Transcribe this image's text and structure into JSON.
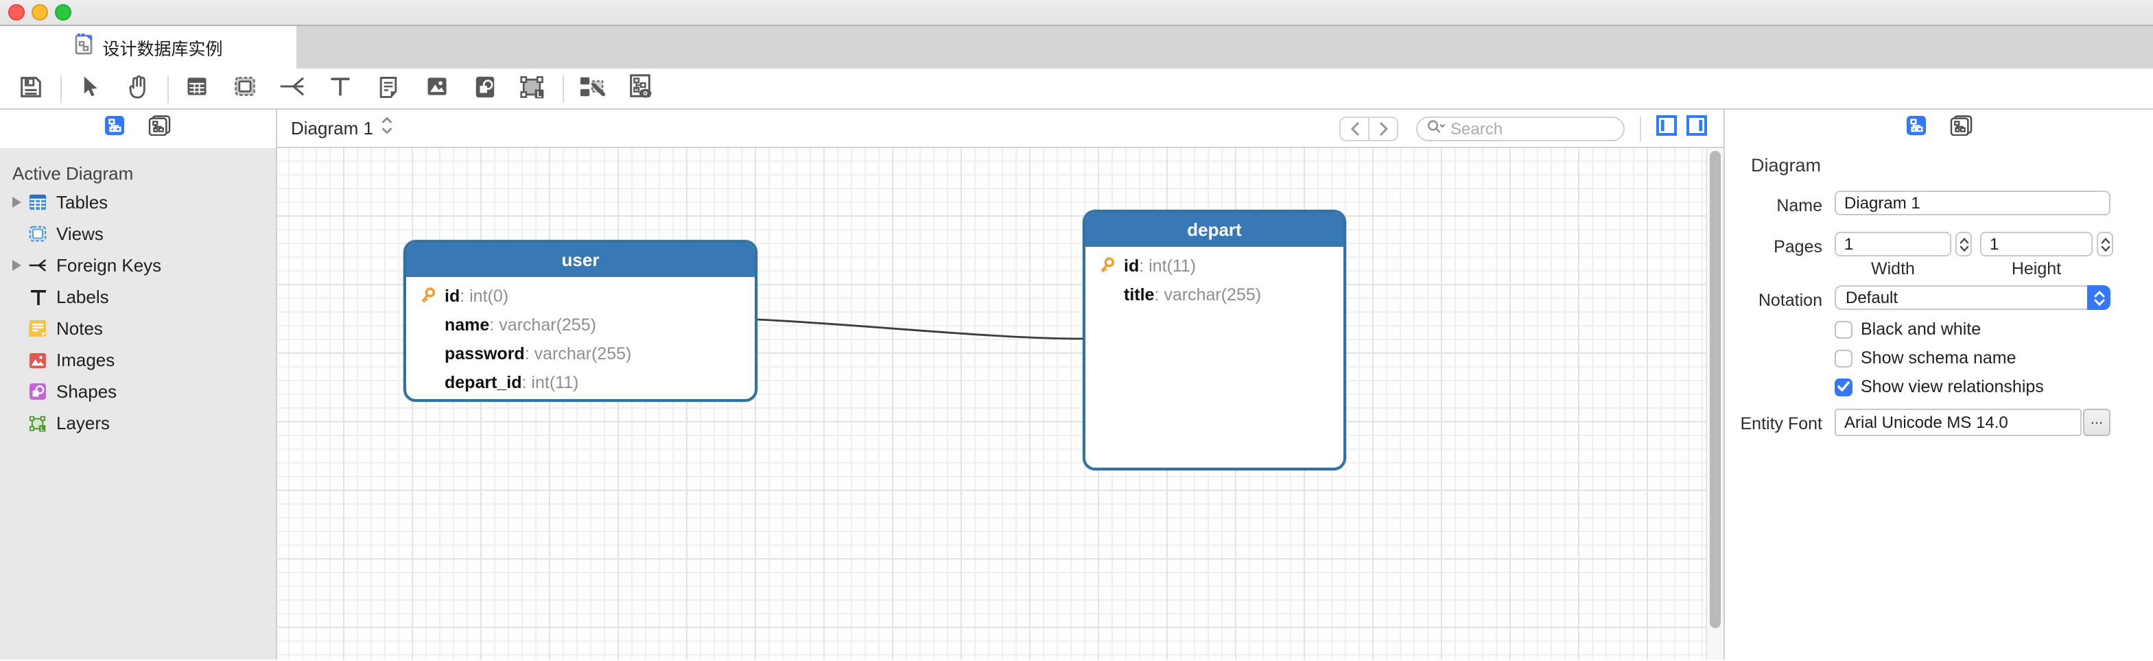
{
  "window": {
    "tab_title": "设计数据库实例"
  },
  "toolbar": {
    "icons": [
      "save-icon",
      "cursor-icon",
      "hand-pan-icon",
      "new-table-icon",
      "new-view-icon",
      "new-foreign-key-icon",
      "new-label-icon",
      "new-note-icon",
      "new-image-icon",
      "new-shape-icon",
      "new-layer-icon",
      "auto-layout-icon",
      "diagram-preview-icon"
    ]
  },
  "sidebar": {
    "header": "Active Diagram",
    "items": [
      {
        "label": "Tables",
        "icon": "table-icon",
        "expandable": true
      },
      {
        "label": "Views",
        "icon": "view-icon",
        "expandable": false
      },
      {
        "label": "Foreign Keys",
        "icon": "foreign-key-icon",
        "expandable": true
      },
      {
        "label": "Labels",
        "icon": "label-icon",
        "expandable": false
      },
      {
        "label": "Notes",
        "icon": "note-icon",
        "expandable": false
      },
      {
        "label": "Images",
        "icon": "image-icon",
        "expandable": false
      },
      {
        "label": "Shapes",
        "icon": "shape-icon",
        "expandable": false
      },
      {
        "label": "Layers",
        "icon": "layer-icon",
        "expandable": false
      }
    ]
  },
  "canvas": {
    "diagram_selector": "Diagram 1",
    "search_placeholder": "Search",
    "entities": [
      {
        "name": "user",
        "columns": [
          {
            "field": "id",
            "type_text": ": int(0)",
            "primary_key": true
          },
          {
            "field": "name",
            "type_text": ": varchar(255)",
            "primary_key": false
          },
          {
            "field": "password",
            "type_text": ": varchar(255)",
            "primary_key": false
          },
          {
            "field": "depart_id",
            "type_text": ": int(11)",
            "primary_key": false
          }
        ]
      },
      {
        "name": "depart",
        "columns": [
          {
            "field": "id",
            "type_text": ": int(11)",
            "primary_key": true
          },
          {
            "field": "title",
            "type_text": ": varchar(255)",
            "primary_key": true
          }
        ]
      }
    ],
    "relationship": {
      "from": "user",
      "to": "depart"
    }
  },
  "inspector": {
    "title": "Diagram",
    "name_label": "Name",
    "name_value": "Diagram 1",
    "pages_label": "Pages",
    "pages_width_value": "1",
    "pages_height_value": "1",
    "width_label": "Width",
    "height_label": "Height",
    "notation_label": "Notation",
    "notation_value": "Default",
    "checkboxes": [
      {
        "label": "Black and white",
        "checked": false
      },
      {
        "label": "Show schema name",
        "checked": false
      },
      {
        "label": "Show view relationships",
        "checked": true
      }
    ],
    "entity_font_label": "Entity Font",
    "entity_font_value": "Arial Unicode MS 14.0",
    "font_button_label": "..."
  },
  "colors": {
    "accent": "#3478f7",
    "entity_header": "#3878b4",
    "key_icon": "#e8a33b"
  }
}
